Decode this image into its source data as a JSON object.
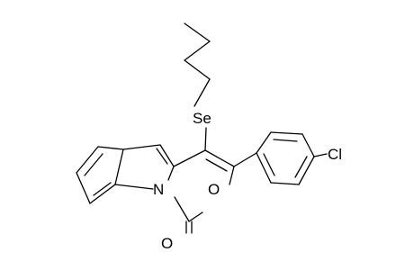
{
  "molecule": {
    "atom_labels": {
      "selenium": "Se",
      "chlorine": "Cl",
      "nitrogen": "N",
      "ring_oxygen": "O",
      "carbonyl_oxygen": "O"
    }
  },
  "colors": {
    "background": "#ffffff",
    "ink": "#000000"
  }
}
